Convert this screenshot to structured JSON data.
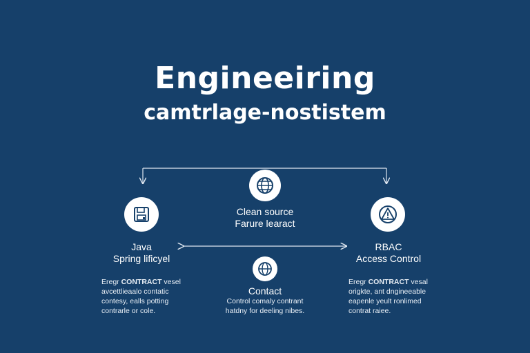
{
  "header": {
    "title": "Engineeiring",
    "subtitle": "camtrlage-nostistem"
  },
  "nodes": {
    "left": {
      "icon": "floppy-disk-icon",
      "label_1": "Java",
      "label_2": "Spring lificyel",
      "desc_1": "Eregr CONTRACT vesel",
      "desc_2": "avcettlieaalo contatic",
      "desc_3": "contesy, ealls potting",
      "desc_4": "contrarle or cole."
    },
    "top": {
      "icon": "globe-icon",
      "label_1": "Clean source",
      "label_2": "Farure learact"
    },
    "right": {
      "icon": "warning-triangle-icon",
      "label_1": "RBAC",
      "label_2": "Access Control",
      "desc_1": "Eregr CONTRACT vesal",
      "desc_2": "origkte, ant dngineeable",
      "desc_3": "eapenle yeult ronlimed",
      "desc_4": "contrat raiee."
    },
    "bottom": {
      "icon": "network-globe-icon",
      "label_1": "Contact",
      "desc_1": "Control comaly contrant",
      "desc_2": "hatdny for deeling nibes."
    }
  },
  "colors": {
    "background": "#16406a",
    "text": "#ffffff",
    "icon_fill": "#ffffff",
    "icon_stroke": "#16406a"
  }
}
